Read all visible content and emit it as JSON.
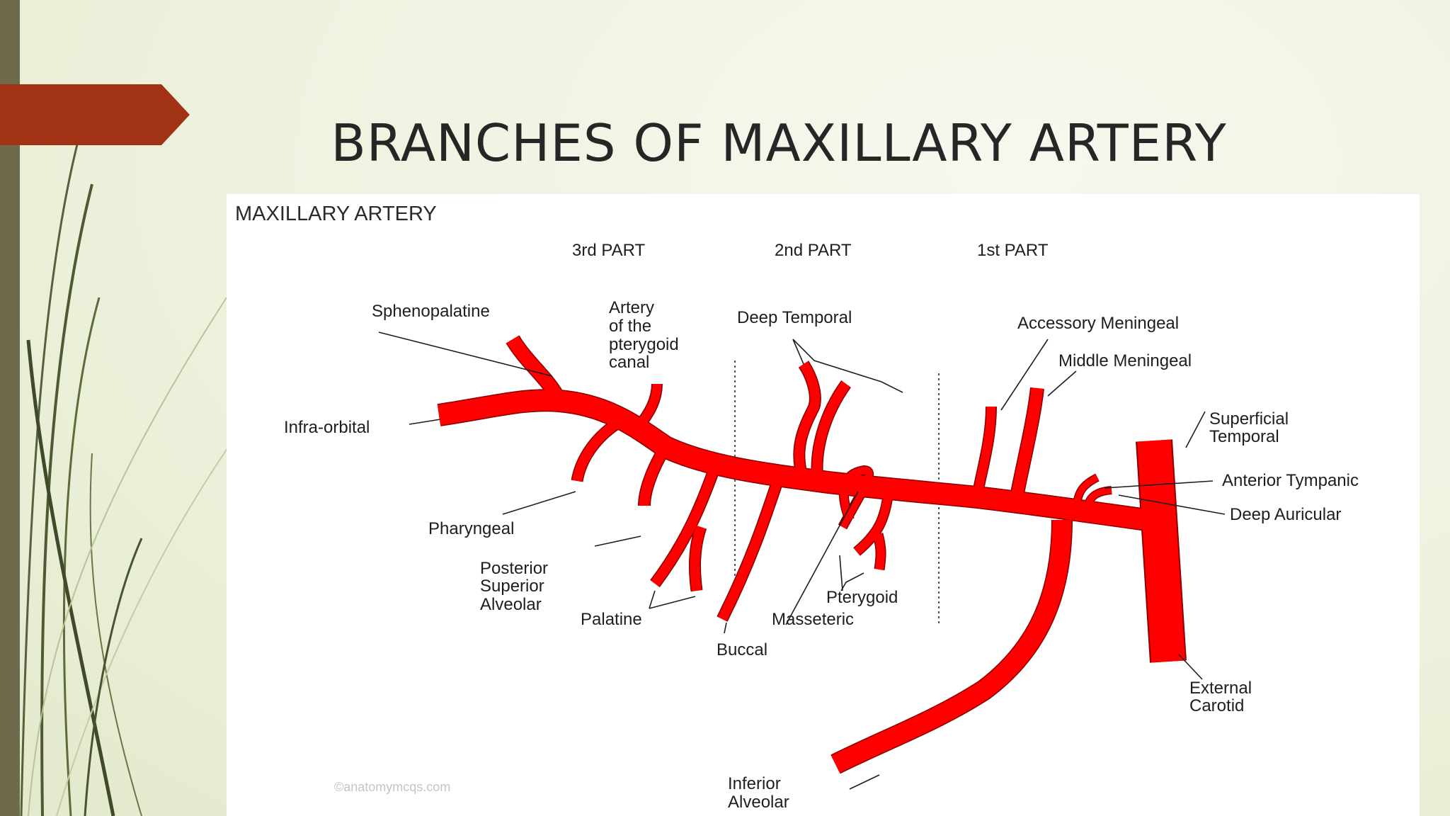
{
  "slide": {
    "title": "BRANCHES OF MAXILLARY ARTERY"
  },
  "diagram": {
    "title": "MAXILLARY ARTERY",
    "parts": {
      "third": "3rd PART",
      "second": "2nd PART",
      "first": "1st PART"
    },
    "labels": {
      "sphenopalatine": "Sphenopalatine",
      "pterygoid_canal_1": "Artery",
      "pterygoid_canal_2": "of the",
      "pterygoid_canal_3": "pterygoid",
      "pterygoid_canal_4": "canal",
      "deep_temporal": "Deep Temporal",
      "accessory_meningeal": "Accessory Meningeal",
      "middle_meningeal": "Middle Meningeal",
      "superficial_temporal_1": "Superficial",
      "superficial_temporal_2": "Temporal",
      "infra_orbital": "Infra-orbital",
      "anterior_tympanic": "Anterior Tympanic",
      "deep_auricular": "Deep Auricular",
      "pharyngeal": "Pharyngeal",
      "psa_1": "Posterior",
      "psa_2": "Superior",
      "psa_3": "Alveolar",
      "palatine": "Palatine",
      "buccal": "Buccal",
      "pterygoid": "Pterygoid",
      "masseteric": "Masseteric",
      "external_carotid_1": "External",
      "external_carotid_2": "Carotid",
      "inferior_alveolar_1": "Inferior",
      "inferior_alveolar_2": "Alveolar"
    },
    "watermark": "©anatomymcqs.com",
    "colors": {
      "artery": "#ff0000",
      "accent_tag": "#a23214",
      "left_bar": "#6e6a4c"
    }
  }
}
